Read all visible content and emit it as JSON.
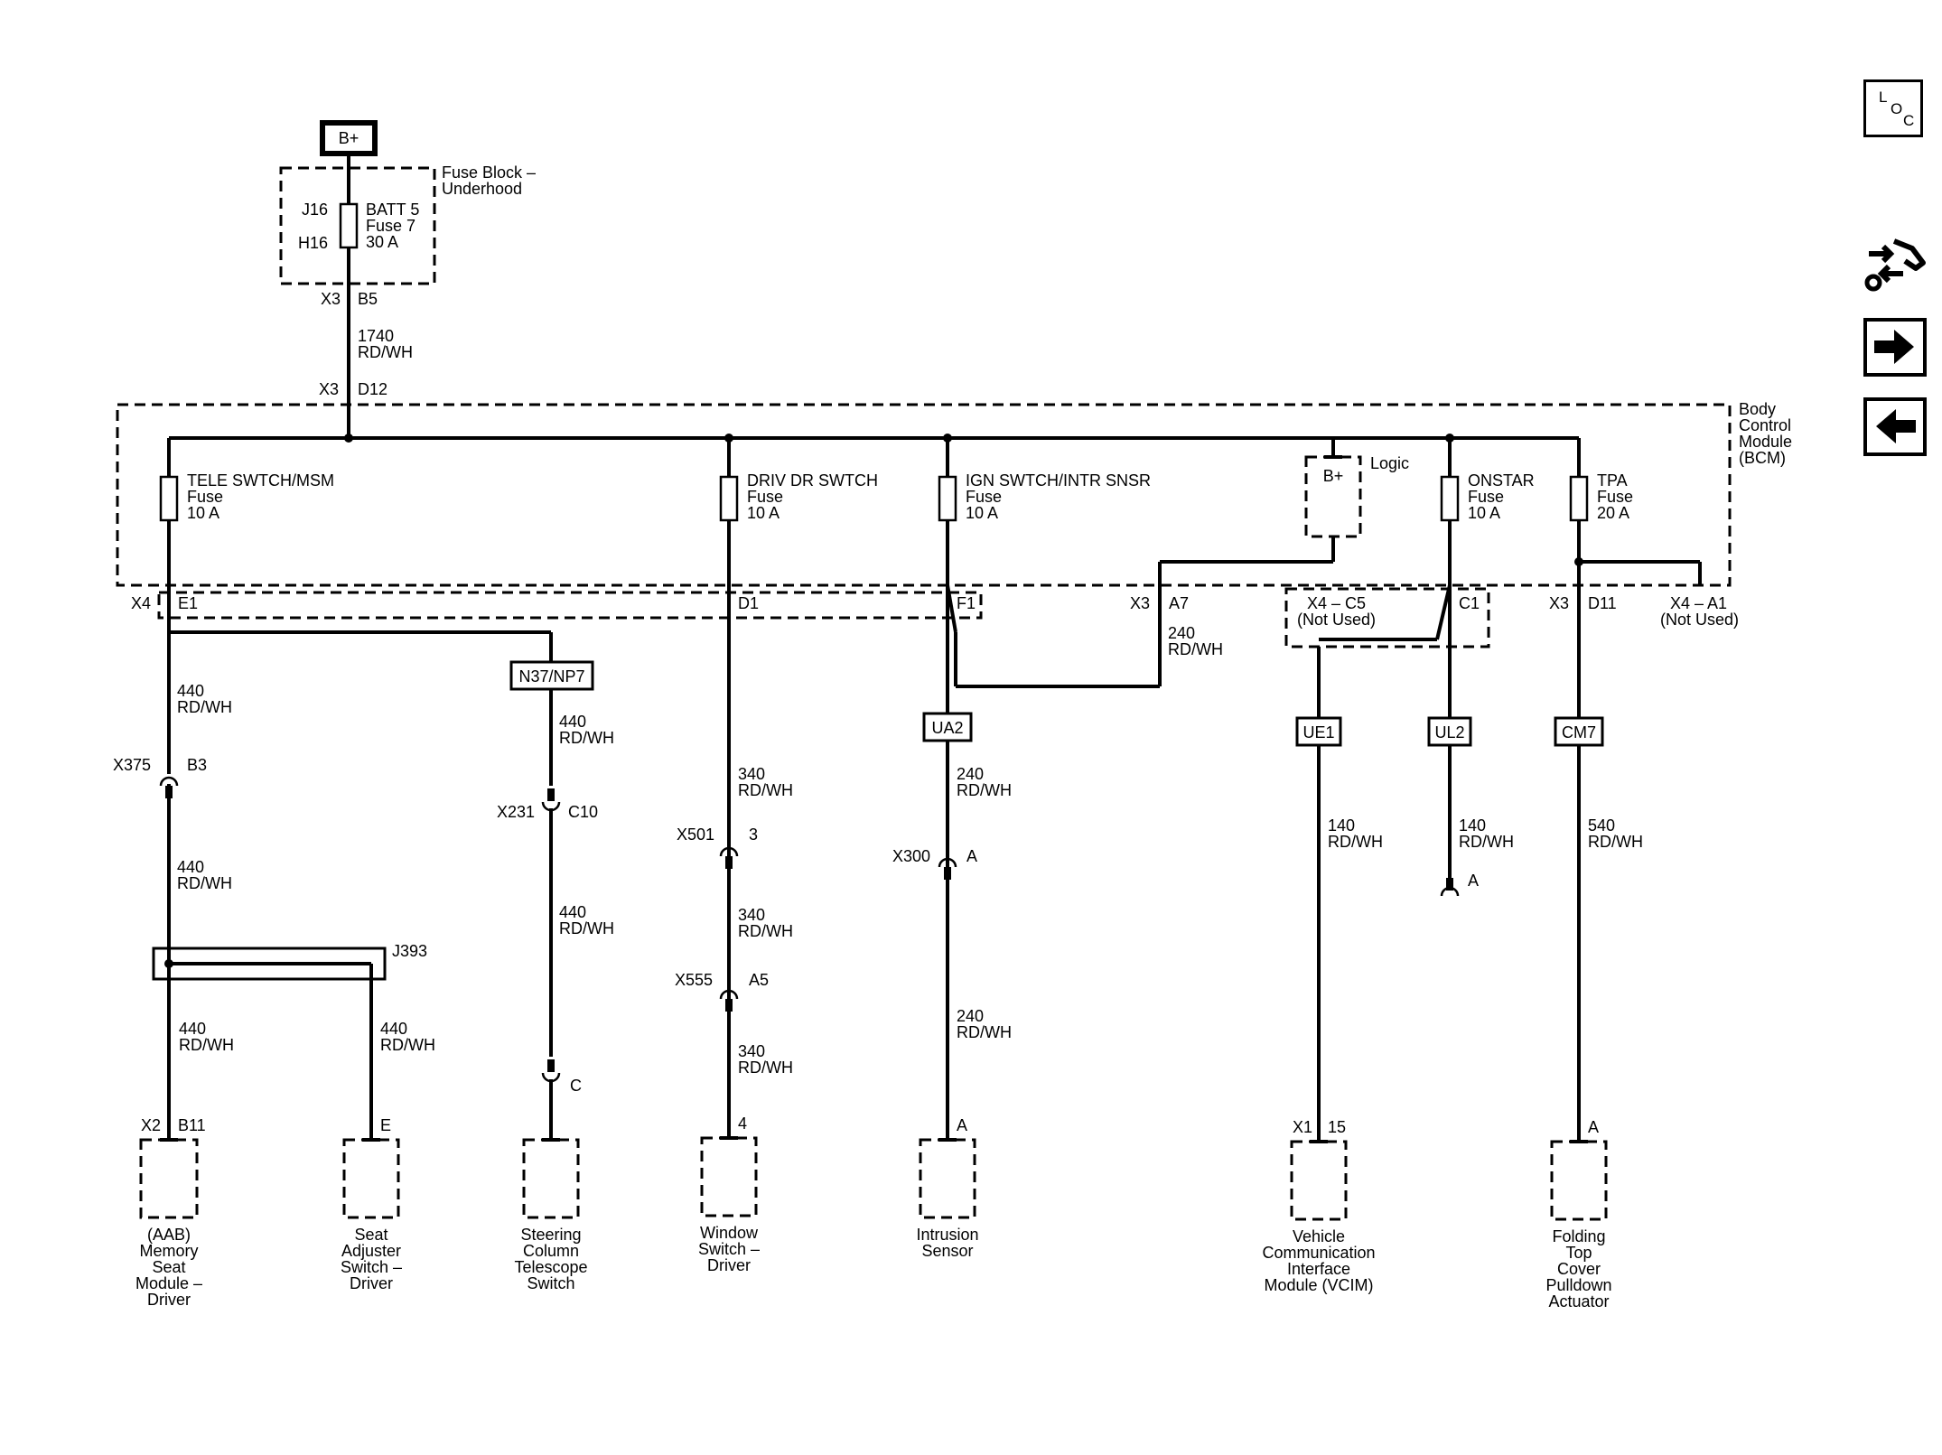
{
  "power": {
    "bplus": "B+"
  },
  "fuse_block": {
    "title_1": "Fuse Block –",
    "title_2": "Underhood",
    "pin_top": "J16",
    "pin_bottom": "H16",
    "fuse_name": "BATT 5",
    "fuse_num": "Fuse 7",
    "fuse_rating": "30 A",
    "out_conn": "X3",
    "out_pin": "B5"
  },
  "feed_wire": {
    "circuit": "1740",
    "color": "RD/WH"
  },
  "bcm": {
    "title": [
      "Body",
      "Control",
      "Module",
      "(BCM)"
    ],
    "in_conn": "X3",
    "in_pin": "D12",
    "logic_label": "Logic",
    "logic_bplus": "B+",
    "fuses": [
      {
        "name": "TELE SWTCH/MSM",
        "type": "Fuse",
        "rating": "10 A"
      },
      {
        "name": "DRIV DR SWTCH",
        "type": "Fuse",
        "rating": "10 A"
      },
      {
        "name": "IGN SWTCH/INTR SNSR",
        "type": "Fuse",
        "rating": "10 A"
      },
      {
        "name": "ONSTAR",
        "type": "Fuse",
        "rating": "10 A"
      },
      {
        "name": "TPA",
        "type": "Fuse",
        "rating": "20 A"
      }
    ],
    "pins": {
      "x4": "X4",
      "e1": "E1",
      "d1": "D1",
      "f1": "F1",
      "x3a": "X3",
      "a7": "A7",
      "c5_1": "X4 – C5",
      "c5_2": "(Not Used)",
      "c1": "C1",
      "x3b": "X3",
      "d11": "D11",
      "a1_1": "X4 – A1",
      "a1_2": "(Not Used)"
    }
  },
  "options": [
    "N37/NP7",
    "UA2",
    "UE1",
    "UL2",
    "CM7"
  ],
  "wires": {
    "w440": {
      "circuit": "440",
      "color": "RD/WH"
    },
    "w340": {
      "circuit": "340",
      "color": "RD/WH"
    },
    "w240": {
      "circuit": "240",
      "color": "RD/WH"
    },
    "w140": {
      "circuit": "140",
      "color": "RD/WH"
    },
    "w540": {
      "circuit": "540",
      "color": "RD/WH"
    }
  },
  "connectors": {
    "x375": "X375",
    "b3": "B3",
    "x231": "X231",
    "c10": "C10",
    "x501": "X501",
    "p3": "3",
    "x555": "X555",
    "a5": "A5",
    "x300": "X300",
    "pa": "A",
    "ul2_end": "A",
    "j393": "J393",
    "steering_c": "C"
  },
  "components": {
    "memory_seat": {
      "pin_conn": "X2",
      "pin": "B11",
      "name": [
        "(AAB)",
        "Memory",
        "Seat",
        "Module –",
        "Driver"
      ]
    },
    "seat_adjuster": {
      "pin": "E",
      "name": [
        "Seat",
        "Adjuster",
        "Switch –",
        "Driver"
      ]
    },
    "steering": {
      "name": [
        "Steering",
        "Column",
        "Telescope",
        "Switch"
      ]
    },
    "window": {
      "pin": "4",
      "name": [
        "Window",
        "Switch –",
        "Driver"
      ]
    },
    "intrusion": {
      "pin": "A",
      "name": [
        "Intrusion",
        "Sensor"
      ]
    },
    "vcim": {
      "pin_conn": "X1",
      "pin": "15",
      "name": [
        "Vehicle",
        "Communication",
        "Interface",
        "Module (VCIM)"
      ]
    },
    "folding_top": {
      "pin": "A",
      "name": [
        "Folding",
        "Top",
        "Cover",
        "Pulldown",
        "Actuator"
      ]
    }
  },
  "nav": {
    "loc_l": "L",
    "loc_o": "O",
    "loc_c": "C",
    "service_icon": "service-tools-icon",
    "next_icon": "arrow-right-icon",
    "prev_icon": "arrow-left-icon"
  }
}
